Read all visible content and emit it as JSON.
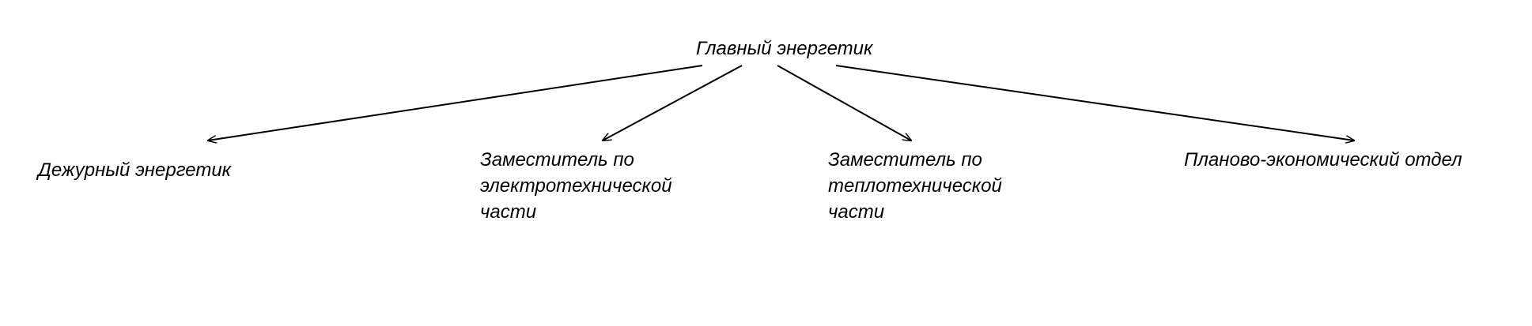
{
  "diagram": {
    "root": {
      "label": "Главный энергетик"
    },
    "children": [
      {
        "lines": [
          "Дежурный энергетик"
        ]
      },
      {
        "lines": [
          "Заместитель по",
          "электротехнической",
          "части"
        ]
      },
      {
        "lines": [
          "Заместитель по",
          "теплотехнической",
          "части"
        ]
      },
      {
        "lines": [
          "Планово-экономический отдел"
        ]
      }
    ]
  },
  "colors": {
    "background": "#ffffff",
    "stroke": "#000000",
    "text": "#000000"
  }
}
